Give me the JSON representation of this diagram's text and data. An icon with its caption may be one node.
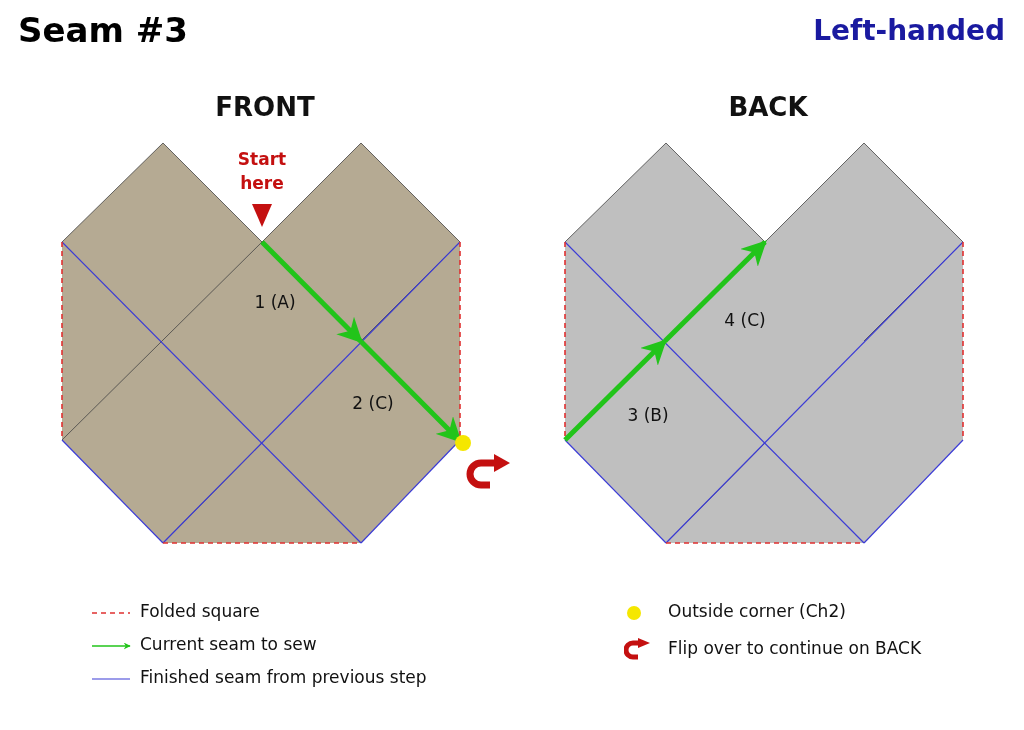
{
  "diagram": {
    "title": "Seam #3",
    "nodes": [
      {
        "text": [
          "FRONT"
        ]
      },
      {
        "text": [
          "BACK"
        ]
      }
    ],
    "labels": [
      "Left-handed",
      "Start here",
      "1 (A)",
      "2 (C)",
      "3 (B)",
      "4 (C)"
    ],
    "legend": [
      {
        "text": "Folded square"
      },
      {
        "text": "Current seam to sew"
      },
      {
        "text": "Finished seam from previous step"
      },
      {
        "text": "Outside corner (Ch2)",
        "color": "#f5e700"
      },
      {
        "text": "Flip over to continue on BACK"
      }
    ]
  }
}
